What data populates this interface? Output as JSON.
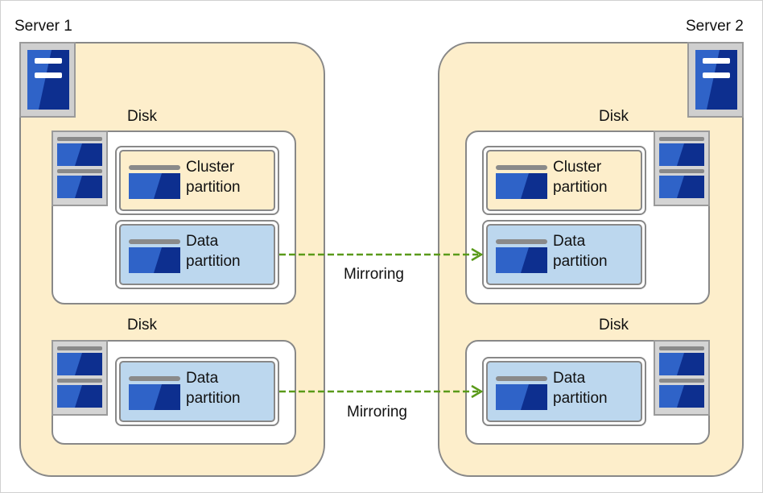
{
  "servers": [
    {
      "name": "Server 1",
      "disks": [
        {
          "label": "Disk",
          "partitions": [
            {
              "kind": "cluster",
              "line1": "Cluster",
              "line2": "partition"
            },
            {
              "kind": "data",
              "line1": "Data",
              "line2": "partition"
            }
          ]
        },
        {
          "label": "Disk",
          "partitions": [
            {
              "kind": "data",
              "line1": "Data",
              "line2": "partition"
            }
          ]
        }
      ]
    },
    {
      "name": "Server 2",
      "disks": [
        {
          "label": "Disk",
          "partitions": [
            {
              "kind": "cluster",
              "line1": "Cluster",
              "line2": "partition"
            },
            {
              "kind": "data",
              "line1": "Data",
              "line2": "partition"
            }
          ]
        },
        {
          "label": "Disk",
          "partitions": [
            {
              "kind": "data",
              "line1": "Data",
              "line2": "partition"
            }
          ]
        }
      ]
    }
  ],
  "connections": [
    {
      "label": "Mirroring"
    },
    {
      "label": "Mirroring"
    }
  ],
  "colors": {
    "server_fill": "#fdeecb",
    "data_partition_fill": "#bcd7ee",
    "icon_blue_light": "#2f63c8",
    "icon_blue_dark": "#0d2f8f",
    "arrow": "#5a9a1a"
  }
}
